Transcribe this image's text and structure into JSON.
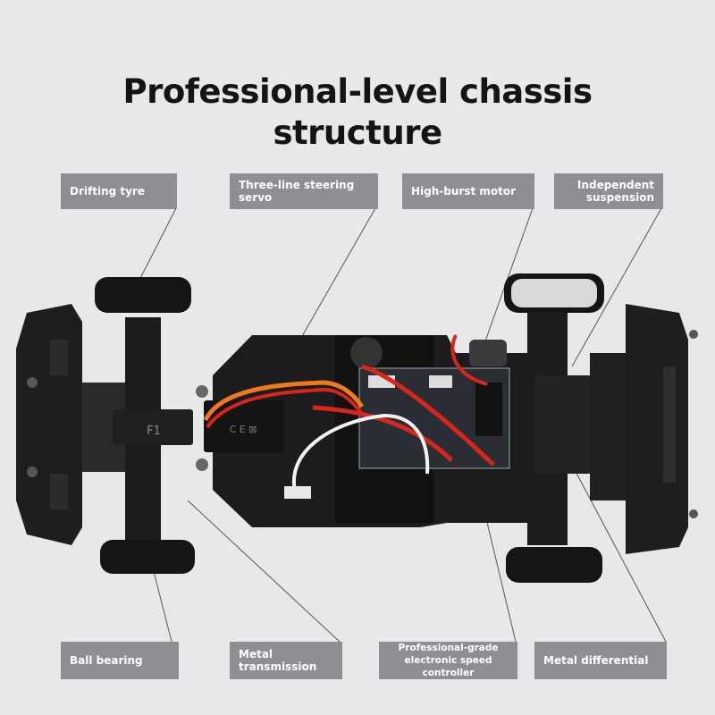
{
  "title": {
    "line1": "Professional-level chassis",
    "line2": "structure"
  },
  "labels": {
    "drifting_tyre": "Drifting tyre",
    "steering_servo": "Three-line steering servo",
    "motor": "High-burst motor",
    "suspension_line1": "Independent",
    "suspension_line2": "suspension",
    "ball_bearing": "Ball bearing",
    "transmission": "Metal transmission",
    "esc_line1": "Professional-grade",
    "esc_line2": "electronic speed controller",
    "differential": "Metal differential"
  },
  "chassis_marks": {
    "front_mark": "F1",
    "servo_mark": "C E ⊠"
  },
  "colors": {
    "background": "#e6e8ea",
    "label_bg": "#8d8f92",
    "chassis": "#1c1c1e",
    "wire_red": "#d8261c",
    "wire_orange": "#ee7a1c",
    "board": "#2a2d33"
  }
}
